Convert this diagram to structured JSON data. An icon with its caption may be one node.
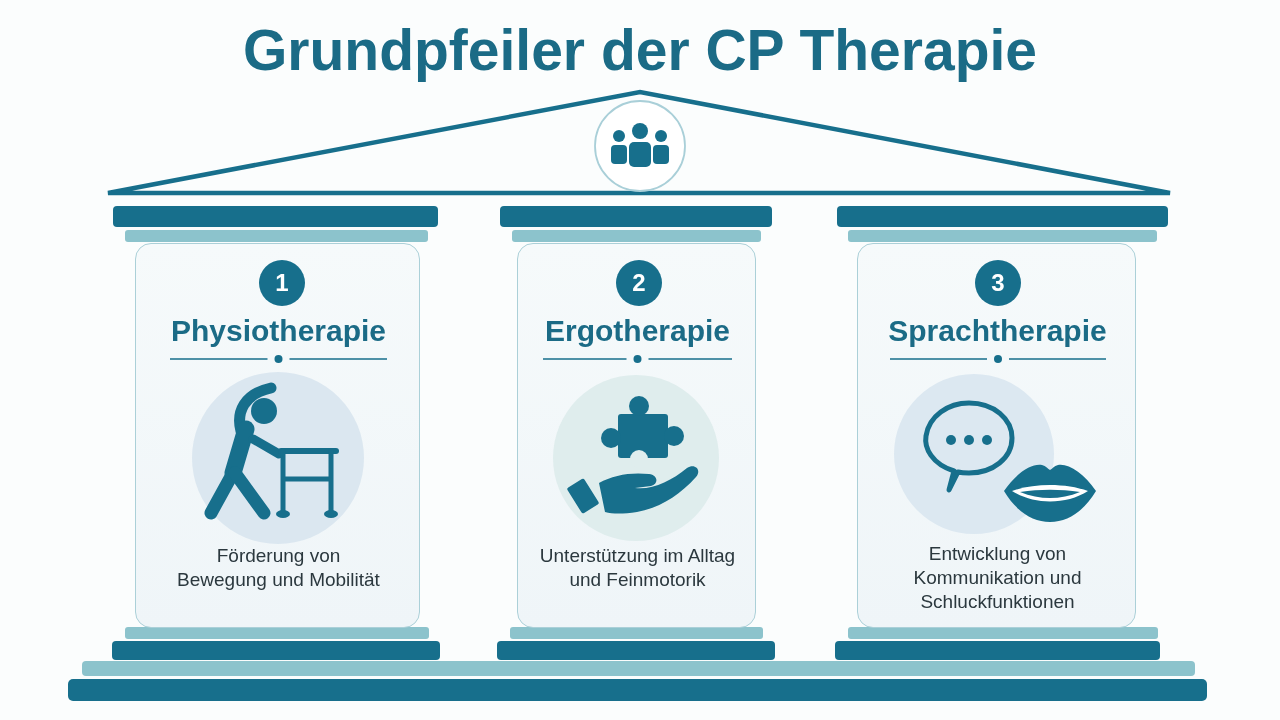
{
  "diagram": {
    "title": "Grundpfeiler der CP Therapie",
    "nodes": [
      {
        "text": [
          "Physiotherapie",
          "Förderung von Bewegung und Mobilität"
        ]
      },
      {
        "text": [
          "1"
        ],
        "in": 0
      },
      {
        "text": [
          "Ergotherapie",
          "Unterstützung im Alltag und Feinmotorik"
        ]
      },
      {
        "text": [
          "2"
        ],
        "in": 2
      },
      {
        "text": [
          "Sprachtherapie",
          "Entwicklung von Kommunikation und Schluckfunktionen"
        ]
      },
      {
        "text": [
          "3"
        ],
        "in": 4
      }
    ]
  }
}
